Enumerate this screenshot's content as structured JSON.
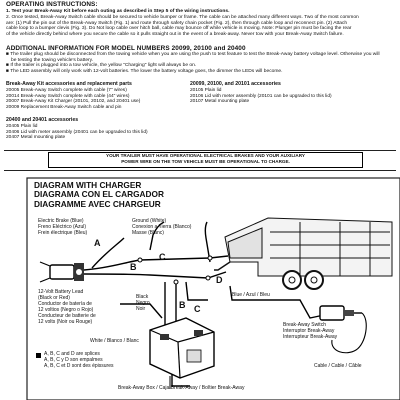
{
  "instructions": {
    "heading": "OPERATING INSTRUCTIONS:",
    "step1": "1. Test your Break-Away Kit before each outing as described in Step 5 of the wiring instructions.",
    "step2_lines": [
      "2. Once tested, Break-Away Switch cable should be secured to vehicle bumper or frame. The cable can be attached many different ways. Two of the most common",
      "are: (1) Pull the pin out of the Break-Away Switch (Fig. 1) and route through safety chain pocket (Fig. 2), then through cable loop and reconnect pin. (2) Attach",
      "cable loop to a bumper clevis (Fig. 3). Do Not loop cable over hitch ball, cable may bounce off while vehicle is moving. Note: Plunger pin must be facing the rear",
      "of the vehicle directly behind where you secure the cable so it pulls straight out in the event of a break-away. Never tow with your Break-Away Switch failure."
    ]
  },
  "models": {
    "heading": "ADDITIONAL INFORMATION FOR MODEL NUMBERS 20099, 20100 and 20400",
    "bullets": [
      "The trailer plug should be disconnected from the towing vehicle when you are using the push to test feature to test the Break-Away battery voltage level. Otherwise you will",
      "be testing the towing vehicle's battery.",
      "If the trailer is plugged into a tow vehicle, the yellow \"Charging\" light will always be on.",
      "The LED assembly will only work with 12-volt batteries. The lower the battery voltage goes, the dimmer the LEDs will become."
    ]
  },
  "parts": {
    "left_heading": "Break-Away Kit accessories and replacement parts",
    "left_items": [
      "20005 Break-Away Switch complete with cable (7\" wires)",
      "20014 Break-Away Switch complete with cable (44\" wires)",
      "20007 Break-Away Kit Charger (20101, 20102, and 20401 use)",
      "20009 Replacement Break-Away Switch cable and pin"
    ],
    "right_heading": "20099, 20100, and 20101 accessories",
    "right_items": [
      "20105 Plain lid",
      "20106 Lid with meter assembly (20101 can be upgraded to this lid)",
      "20107 Metal mounting plate"
    ],
    "lower_heading": "20400 and 20401 accessories",
    "lower_items": [
      "20405 Plain lid",
      "20406 Lid with meter assembly (20401 can be upgraded to this lid)",
      "20407 Metal mounting plate"
    ]
  },
  "warning": {
    "line1": "YOUR TRAILER MUST HAVE OPERATIONAL ELECTRICAL BRAKES AND YOUR AUXILIARY",
    "line2": "POWER WIRE ON THE TOW VEHICLE MUST BE OPERATIONAL TO CHARGE."
  },
  "diagram": {
    "title_en": "DIAGRAM WITH CHARGER",
    "title_es": "DIAGRAMA CON EL CARGADOR",
    "title_fr": "DIAGRAMME AVEC CHARGEUR",
    "brake": [
      "Electric Brake (Blue)",
      "Freno Eléctrico (Azul)",
      "Frein électrique (Bleu)"
    ],
    "ground": [
      "Ground (White)",
      "Conexion a Tierra (Blanco)",
      "Masse (Blanc)"
    ],
    "battery_lead": [
      "12-Volt Battery Lead",
      "(Black or Red)",
      "Conductor de batería de",
      "12 voltios (Negro o Rojo)",
      "Conducteur de batterie de",
      "12 volts (Noir ou Rouge)"
    ],
    "black": [
      "Black",
      "Negro",
      "Noir"
    ],
    "blue": "Blue / Azul / Bleu",
    "white": "White / Blanco / Blanc",
    "switch": [
      "Break-Away Switch",
      "Interruptor Break-Away",
      "Interrupteur Break-Away"
    ],
    "cable": "Cable / Cable / Câble",
    "box": "Break-Away Box / Caja Break-Away / Boîtier Break-Away",
    "legend": [
      "A, B, C and D are splices",
      "A, B, C y D son empalmes",
      "A, B, C et D sont des épissures"
    ],
    "letters": [
      "A",
      "B",
      "C",
      "D",
      "B",
      "C"
    ]
  }
}
